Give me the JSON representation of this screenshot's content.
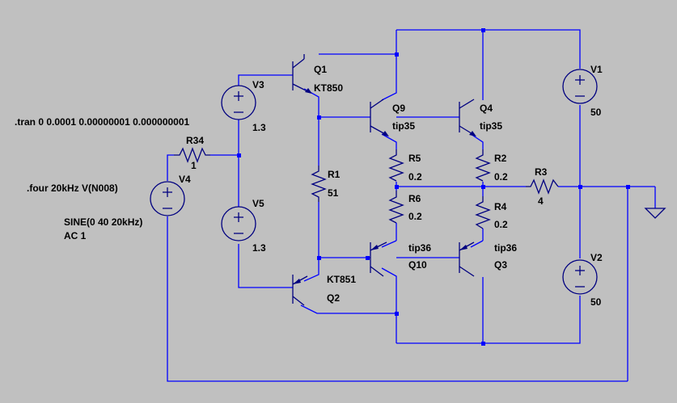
{
  "directives": {
    "tran": ".tran 0 0.0001 0.00000001 0.000000001",
    "four": ".four 20kHz V(N008)"
  },
  "components": {
    "Q1": {
      "ref": "Q1",
      "model": "KT850"
    },
    "Q2": {
      "ref": "KT851",
      "model": "Q2"
    },
    "Q9": {
      "ref": "Q9",
      "model": "tip35"
    },
    "Q4": {
      "ref": "Q4",
      "model": "tip35"
    },
    "Q10": {
      "ref": "tip36",
      "model": "Q10"
    },
    "Q3": {
      "ref": "tip36",
      "model": "Q3"
    },
    "V1": {
      "ref": "V1",
      "value": "50"
    },
    "V2": {
      "ref": "V2",
      "value": "50"
    },
    "V3": {
      "ref": "V3",
      "value": "1.3"
    },
    "V5": {
      "ref": "V5",
      "value": "1.3"
    },
    "V4": {
      "ref": "V4",
      "value": "SINE(0 40 20kHz)",
      "ac": "AC 1"
    },
    "R34": {
      "ref": "R34",
      "value": "1"
    },
    "R1": {
      "ref": "R1",
      "value": "51"
    },
    "R5": {
      "ref": "R5",
      "value": "0.2"
    },
    "R6": {
      "ref": "R6",
      "value": "0.2"
    },
    "R2": {
      "ref": "R2",
      "value": "0.2"
    },
    "R4": {
      "ref": "R4",
      "value": "0.2"
    },
    "R3": {
      "ref": "R3",
      "value": "4"
    }
  },
  "colors": {
    "background": "#c0c0c0",
    "wire": "#0000ff",
    "component": "#000080",
    "text": "#000000"
  }
}
